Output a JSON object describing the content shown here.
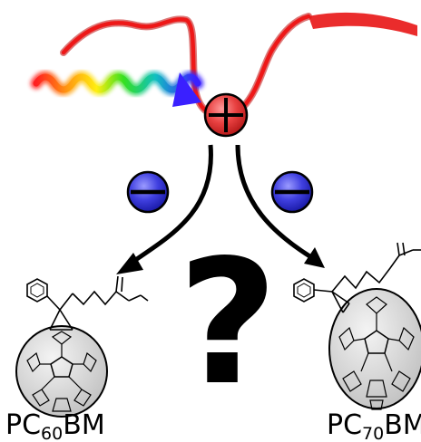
{
  "question_mark": "?",
  "molecules": {
    "left": {
      "prefix": "PC",
      "subscript": "60",
      "suffix": "BM"
    },
    "right": {
      "prefix": "PC",
      "subscript": "70",
      "suffix": "BM"
    }
  },
  "charges": {
    "hole_symbol": "+",
    "electron_symbol": "−"
  },
  "colors": {
    "polymer_ribbon": "#e01010",
    "hole_fill": "#e03434",
    "electron_fill": "#3535d6",
    "arrows": "#000000"
  }
}
